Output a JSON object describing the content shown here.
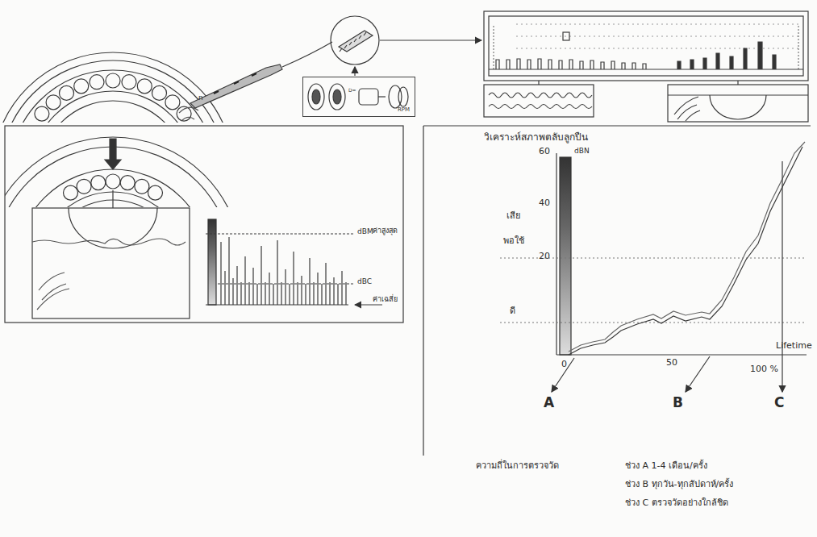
{
  "diagram": {
    "nodes": [
      {
        "text": [
          "RPM"
        ]
      }
    ],
    "labels": [
      "วิเคราะห์สภาพตลับลูกปืน",
      "60",
      "dBN",
      "40",
      "เสีย",
      "20",
      "พอใช้",
      "ดี",
      "0",
      "50",
      "Lifetime",
      "100 %",
      "A",
      "B",
      "C",
      "dBM",
      "ค่าสูงสุด",
      "dBC",
      "ค่าเฉลี่ย",
      "ความถี่ในการตรวจวัด",
      "ช่วง A 1-4 เดือน/ครั้ง",
      "ช่วง B ทุกวัน-ทุกสัปดาห์/ครั้ง",
      "ช่วง C ตรวจวัดอย่างใกล้ชิด"
    ]
  }
}
